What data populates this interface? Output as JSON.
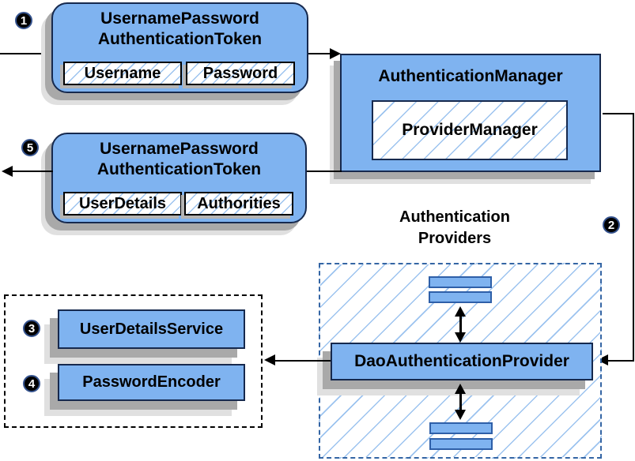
{
  "colors": {
    "box_fill": "#7fb3f0",
    "box_border": "#16294e",
    "hatch": "#9cc3ef",
    "dashed_border": "#3465a4",
    "bar_border": "#2e5fa8",
    "shadow_dark": "#a9a9a9",
    "shadow_light": "#e0e0e0"
  },
  "badges": {
    "step1": "1",
    "step2": "2",
    "step3": "3",
    "step4": "4",
    "step5": "5"
  },
  "token_request": {
    "title_line1": "UsernamePassword",
    "title_line2": "AuthenticationToken",
    "field1": "Username",
    "field2": "Password"
  },
  "auth_manager": {
    "title": "AuthenticationManager",
    "inner": "ProviderManager"
  },
  "token_result": {
    "title_line1": "UsernamePassword",
    "title_line2": "AuthenticationToken",
    "field1": "UserDetails",
    "field2": "Authorities"
  },
  "providers": {
    "heading_line1": "Authentication",
    "heading_line2": "Providers",
    "provider": "DaoAuthenticationProvider"
  },
  "services": {
    "service1": "UserDetailsService",
    "service2": "PasswordEncoder"
  }
}
